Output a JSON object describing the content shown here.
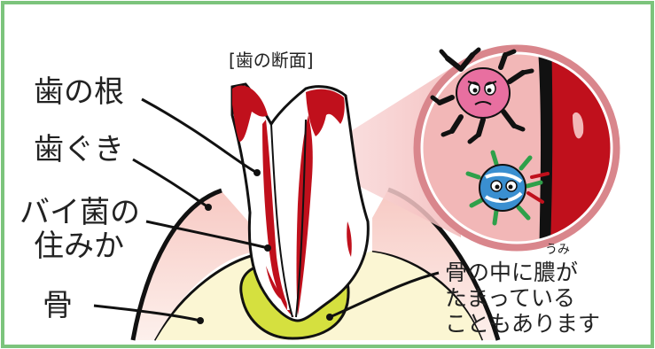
{
  "diagram": {
    "caption": "[歯の断面]",
    "labels": {
      "root": "歯の根",
      "gum": "歯ぐき",
      "bacteria_line1": "バイ菌の",
      "bacteria_line2": "住みか",
      "bone": "骨"
    },
    "note": {
      "ruby": "うみ",
      "line1": "骨の中に膿が",
      "line2": "たまっている",
      "line3": "こともあります"
    },
    "colors": {
      "frame": "#7cc47c",
      "bone": "#fbf6d3",
      "gum": "#f9d9d3",
      "pus": "#d5e03f",
      "blood": "#c0101c",
      "inset": "#f2b7b7",
      "inset_border": "#d9868c"
    }
  }
}
